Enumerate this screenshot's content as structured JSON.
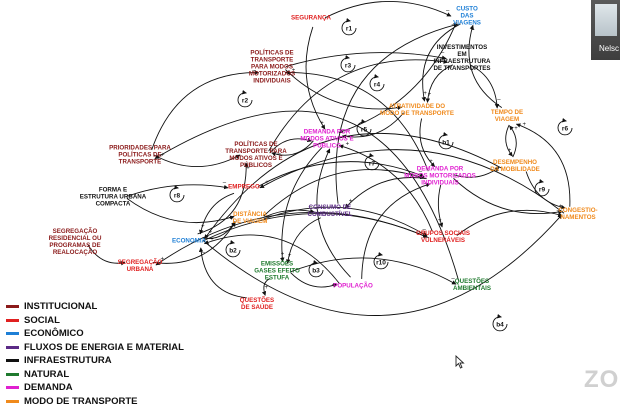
{
  "diagram": {
    "nodes": [
      {
        "id": "seguranca",
        "label": "SEGURANÇA",
        "category": "social"
      },
      {
        "id": "custo",
        "label": "CUSTO\nDAS\nVIAGENS",
        "category": "economico"
      },
      {
        "id": "pol_motor",
        "label": "POLÍTICAS DE\nTRANSPORTE\nPARA MODOS\nMOTORIZADOS\nINDIVIDUAIS",
        "category": "institucional"
      },
      {
        "id": "invest",
        "label": "INVESTIMENTOS\nEM\nINFRAESTRUTURA\nDE TRANSPORTES",
        "category": "infraestrutura"
      },
      {
        "id": "atratividade",
        "label": "ATRATIVIDADE DO\nMODO DE TRANSPORTE",
        "category": "modo"
      },
      {
        "id": "tempo",
        "label": "TEMPO DE\nVIAGEM",
        "category": "modo"
      },
      {
        "id": "prioridades",
        "label": "PRIORIDADES PARA\nPOLÍTICAS DE\nTRANSPORTE",
        "category": "institucional"
      },
      {
        "id": "pol_ativos",
        "label": "POLÍTICAS DE\nTRANSPORTE PARA\nMODOS ATIVOS E\nPÚBLICOS",
        "category": "institucional"
      },
      {
        "id": "dem_ativos",
        "label": "DEMANDA POR\nMODOS ATIVOS E\nPÚBLICO",
        "category": "demanda"
      },
      {
        "id": "dem_motor",
        "label": "DEMANDA POR\nMODOS MOTORIZADOS\nINDIVIDUAIS",
        "category": "demanda"
      },
      {
        "id": "desempenho",
        "label": "DESEMPENHO\nDA MOBILIDADE",
        "category": "modo"
      },
      {
        "id": "forma",
        "label": "FORMA E\nESTRUTURA URBANA\nCOMPACTA",
        "category": "infraestrutura"
      },
      {
        "id": "emprego",
        "label": "EMPREGO",
        "category": "social"
      },
      {
        "id": "distancia",
        "label": "DISTÂNCIA\nDE VIAGEM",
        "category": "modo"
      },
      {
        "id": "consumo",
        "label": "CONSUMO DE\nCOMBUSTÍVEL",
        "category": "fluxos"
      },
      {
        "id": "congest",
        "label": "CONGESTIO-\nNAMENTOS",
        "category": "modo"
      },
      {
        "id": "segregacao_res",
        "label": "SEGREGAÇÃO\nRESIDENCIAL OU\nPROGRAMAS DE\nREALOCAÇÃO",
        "category": "institucional"
      },
      {
        "id": "economia",
        "label": "ECONOMIA",
        "category": "economico"
      },
      {
        "id": "grupos",
        "label": "GRUPOS SOCIAIS\nVULNERÁVEIS",
        "category": "social"
      },
      {
        "id": "segregacao_urb",
        "label": "SEGREGAÇÃO\nURBANA",
        "category": "social"
      },
      {
        "id": "emissoes",
        "label": "EMISSÕES\nGASES EFEITO\nESTUFA",
        "category": "natural"
      },
      {
        "id": "populacao",
        "label": "POPULAÇÃO",
        "category": "demanda"
      },
      {
        "id": "questoes_amb",
        "label": "QUESTÕES\nAMBIENTAIS",
        "category": "natural"
      },
      {
        "id": "questoes_saude",
        "label": "QUESTÕES\nDE SAÚDE",
        "category": "social"
      }
    ],
    "loops": [
      "r1",
      "r2",
      "r3",
      "r4",
      "r5",
      "r6",
      "r7",
      "r8",
      "r9",
      "r10",
      "b1",
      "b2",
      "b3",
      "b4"
    ]
  },
  "legend": [
    {
      "label": "INSTITUCIONAL",
      "key": "institucional",
      "color": "#8b1a1a"
    },
    {
      "label": "SOCIAL",
      "key": "social",
      "color": "#e02020"
    },
    {
      "label": "ECONÔMICO",
      "key": "economico",
      "color": "#1e7fd6"
    },
    {
      "label": "FLUXOS DE ENERGIA E MATERIAL",
      "key": "fluxos",
      "color": "#5b2a86"
    },
    {
      "label": "INFRAESTRUTURA",
      "key": "infraestrutura",
      "color": "#111111"
    },
    {
      "label": "NATURAL",
      "key": "natural",
      "color": "#1f7a2e"
    },
    {
      "label": "DEMANDA",
      "key": "demanda",
      "color": "#e020d0"
    },
    {
      "label": "MODO DE TRANSPORTE",
      "key": "modo",
      "color": "#f08a1c"
    }
  ],
  "video": {
    "name": "Nelsc"
  },
  "watermark": "ZO"
}
